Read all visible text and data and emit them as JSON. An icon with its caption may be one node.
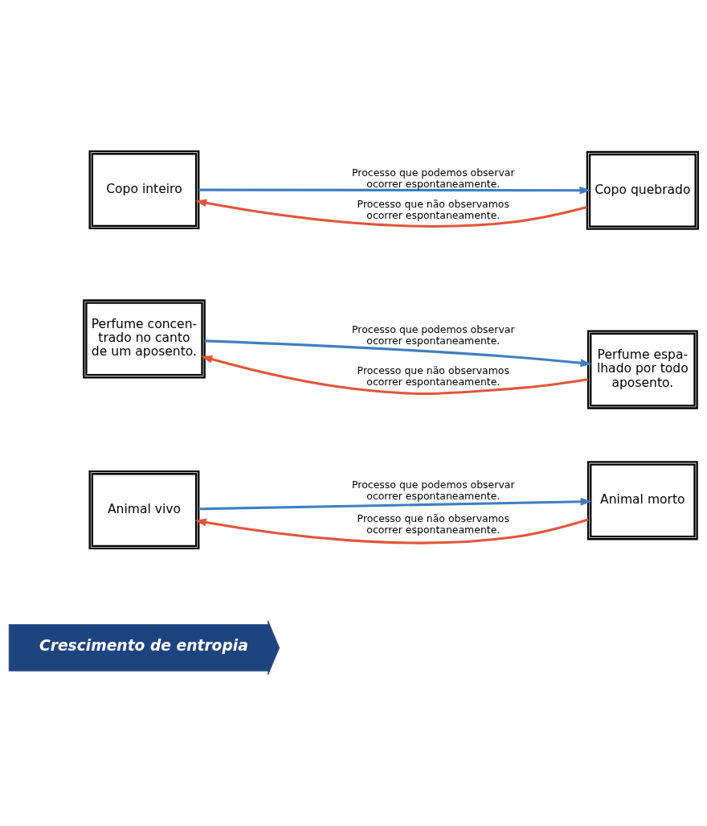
{
  "diagram": {
    "nodes": [
      {
        "text": [
          "Copo inteiro"
        ]
      },
      {
        "text": [
          "Copo quebrado"
        ]
      },
      {
        "text": [
          "Perfume concen- trado no canto de um aposento."
        ]
      },
      {
        "text": [
          "Perfume espa- lhado por todo aposento."
        ]
      },
      {
        "text": [
          "Animal vivo"
        ]
      },
      {
        "text": [
          "Animal morto"
        ]
      },
      {
        "text": [
          "Crescimento de entropia"
        ]
      }
    ],
    "edges": [
      {
        "from": 0,
        "to": 1,
        "arrow": "to",
        "label": "Processo que podemos observar ocorrer espontaneamente.",
        "color": "#3f7fc0"
      },
      {
        "from": 1,
        "to": 0,
        "arrow": "to",
        "label": "Processo que não observamos ocorrer espontaneamente.",
        "color": "#e2553a"
      },
      {
        "from": 2,
        "to": 3,
        "arrow": "to",
        "label": "Processo que podemos observar ocorrer espontaneamente.",
        "color": "#3f7fc0"
      },
      {
        "from": 3,
        "to": 2,
        "arrow": "to",
        "label": "Processo que não observamos ocorrer espontaneamente.",
        "color": "#e2553a"
      },
      {
        "from": 4,
        "to": 5,
        "arrow": "to",
        "label": "Processo que podemos observar ocorrer espontaneamente.",
        "color": "#3f7fc0"
      },
      {
        "from": 5,
        "to": 4,
        "arrow": "to",
        "label": "Processo que não observamos ocorrer espontaneamente.",
        "color": "#e2553a"
      }
    ]
  }
}
